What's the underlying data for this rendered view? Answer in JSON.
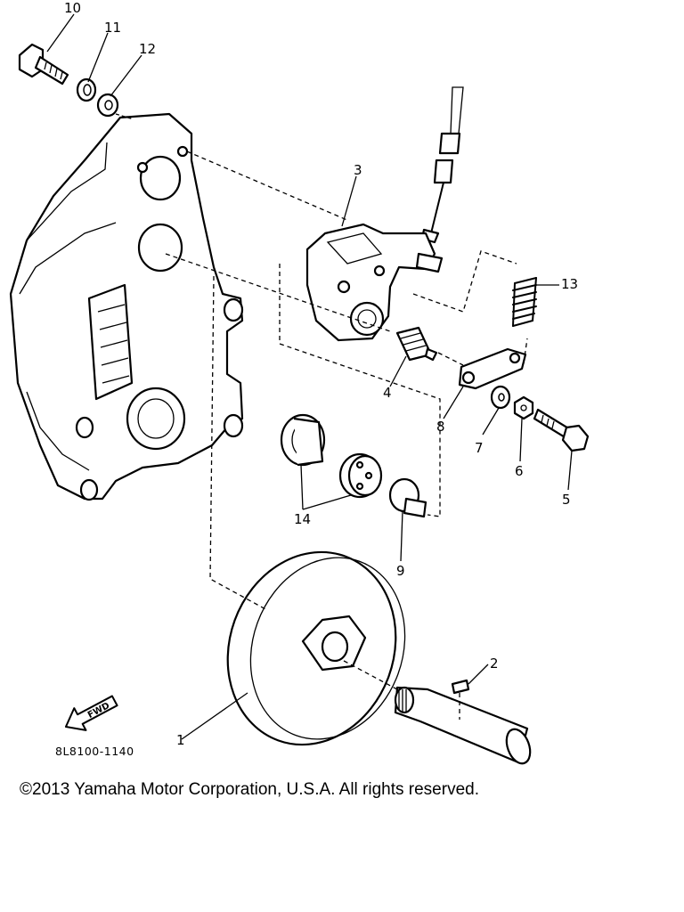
{
  "diagram": {
    "parts": [
      {
        "number": "1"
      },
      {
        "number": "2"
      },
      {
        "number": "3"
      },
      {
        "number": "4"
      },
      {
        "number": "5"
      },
      {
        "number": "6"
      },
      {
        "number": "7"
      },
      {
        "number": "8"
      },
      {
        "number": "9"
      },
      {
        "number": "10"
      },
      {
        "number": "11"
      },
      {
        "number": "12"
      },
      {
        "number": "13"
      },
      {
        "number": "14"
      }
    ],
    "direction_arrow": "FWD",
    "drawing_code": "8L8100-1140",
    "icons": [
      "fwd-arrow-icon"
    ]
  },
  "footer": {
    "copyright": "©2013 Yamaha Motor Corporation, U.S.A. All rights reserved."
  }
}
